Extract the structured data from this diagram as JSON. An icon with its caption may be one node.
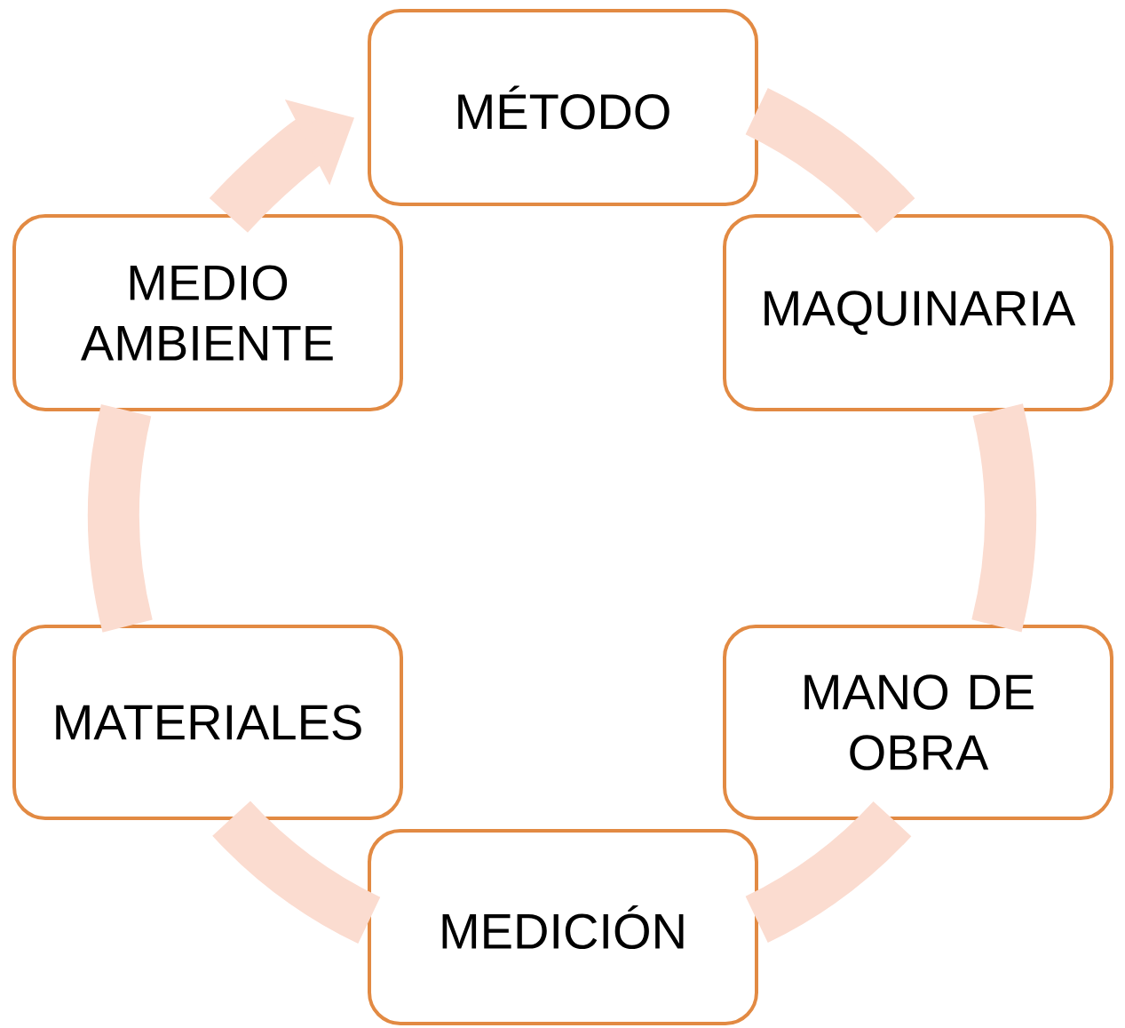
{
  "diagram": {
    "nodes": [
      {
        "text": [
          "MÉTODO"
        ]
      },
      {
        "text": [
          "MAQUINARIA"
        ]
      },
      {
        "text": [
          "MANO DE OBRA"
        ]
      },
      {
        "text": [
          "MEDICIÓN"
        ]
      },
      {
        "text": [
          "MATERIALES"
        ]
      },
      {
        "text": [
          "MEDIO AMBIENTE"
        ]
      }
    ],
    "edges": [
      {
        "from": 0,
        "to": 1,
        "arrow": "none",
        "color": "#fbdcd0"
      },
      {
        "from": 1,
        "to": 2,
        "arrow": "none",
        "color": "#fbdcd0"
      },
      {
        "from": 2,
        "to": 3,
        "arrow": "none",
        "color": "#fbdcd0"
      },
      {
        "from": 3,
        "to": 4,
        "arrow": "none",
        "color": "#fbdcd0"
      },
      {
        "from": 4,
        "to": 5,
        "arrow": "none",
        "color": "#fbdcd0"
      },
      {
        "from": 5,
        "to": 0,
        "arrow": "to",
        "color": "#fbdcd0"
      }
    ]
  }
}
